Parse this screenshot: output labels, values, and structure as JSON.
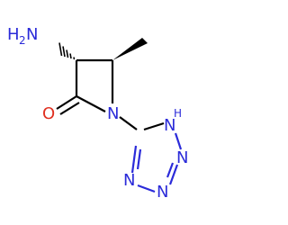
{
  "molecule": {
    "colors": {
      "carbon": "#000000",
      "nitrogen": "#2b2bd9",
      "oxygen": "#e03020"
    },
    "labels": {
      "amino_h": "H",
      "amino_sub": "2",
      "amino_n": "N",
      "oxygen": "O",
      "ring_n": "N",
      "nh_h": "H",
      "nh_n": "N",
      "n_right": "N",
      "n_bottom_right": "N",
      "n_bottom_left": "N",
      "n_left": "N"
    }
  }
}
